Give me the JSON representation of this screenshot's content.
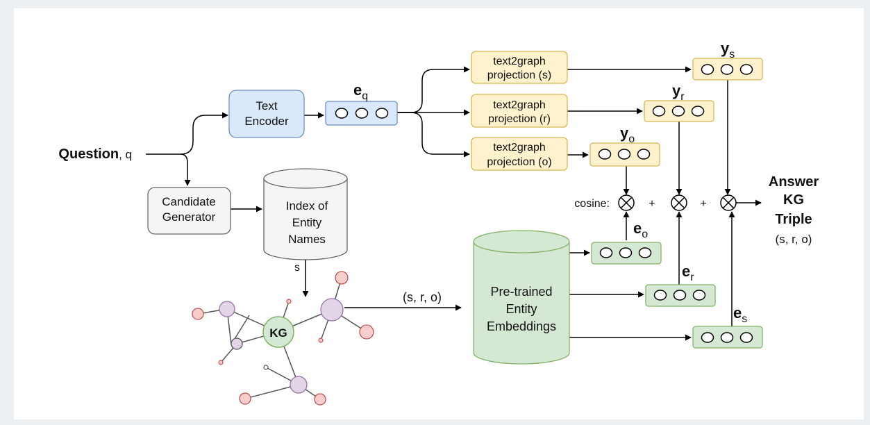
{
  "question": {
    "bold": "Question",
    "suffix": ", q"
  },
  "text_encoder": {
    "line1": "Text",
    "line2": "Encoder"
  },
  "candidate_generator": {
    "line1": "Candidate",
    "line2": "Generator"
  },
  "index_db": {
    "line1": "Index of",
    "line2": "Entity",
    "line3": "Names"
  },
  "s_label": "s",
  "kg_label": "KG",
  "triple_flow_label": "(s, r, o)",
  "pretrained_db": {
    "line1": "Pre-trained",
    "line2": "Entity",
    "line3": "Embeddings"
  },
  "projections": [
    {
      "line1": "text2graph",
      "line2": "projection (s)"
    },
    {
      "line1": "text2graph",
      "line2": "projection (r)"
    },
    {
      "line1": "text2graph",
      "line2": "projection (o)"
    }
  ],
  "vectors": {
    "eq": {
      "base": "e",
      "sub": "q"
    },
    "ys": {
      "base": "y",
      "sub": "s"
    },
    "yr": {
      "base": "y",
      "sub": "r"
    },
    "yo": {
      "base": "y",
      "sub": "o"
    },
    "eo": {
      "base": "e",
      "sub": "o"
    },
    "er": {
      "base": "e",
      "sub": "r"
    },
    "es": {
      "base": "e",
      "sub": "s"
    }
  },
  "cosine_label": "cosine:",
  "plus_1": "+",
  "plus_2": "+",
  "answer": {
    "line1": "Answer",
    "line2": "KG",
    "line3": "Triple",
    "line4": "(s, r, o)"
  },
  "colors": {
    "blue_fill": "#dae8fc",
    "blue_stroke": "#6c8ebf",
    "yellow_fill": "#fff2cc",
    "yellow_stroke": "#d6b656",
    "green_fill": "#d5e8d4",
    "green_stroke": "#82b366",
    "gray_fill": "#f5f5f5",
    "gray_stroke": "#666666",
    "purple_fill": "#e1d5e7",
    "purple_stroke": "#9673a6",
    "red_fill": "#f8cecc",
    "red_stroke": "#b85450"
  }
}
